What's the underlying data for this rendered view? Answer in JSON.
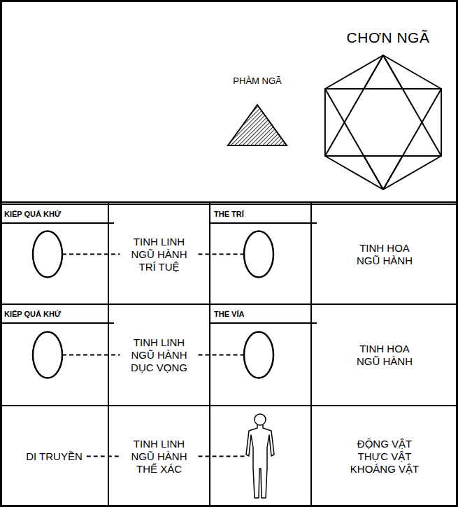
{
  "diagram": {
    "nodes": [
      {
        "text": [
          "PHÀM NGÃ"
        ]
      },
      {
        "text": [
          "CHƠN NGÃ"
        ]
      },
      {
        "text": [
          "KIẾP QUÁ KHỨ"
        ]
      },
      {
        "text": [
          "TINH LINH NGŨ HÀNH TRÍ TUỆ"
        ]
      },
      {
        "text": [
          "THỂ TRÍ"
        ]
      },
      {
        "text": [
          "TINH HOA NGŨ HÀNH"
        ]
      },
      {
        "text": [
          "KIẾP QUÁ KHỨ"
        ]
      },
      {
        "text": [
          "TINH LINH NGŨ HÀNH DỤC VỌNG"
        ]
      },
      {
        "text": [
          "THỂ VÍA"
        ]
      },
      {
        "text": [
          "TINH HOA NGŨ HÀNH"
        ]
      },
      {
        "text": [
          "DI TRUYỀN"
        ]
      },
      {
        "text": [
          "TINH LINH NGŨ HÀNH THỂ XÁC"
        ]
      },
      {
        "text": [
          "ĐỘNG VẬT THỰC VẬT KHOÁNG VẬT"
        ]
      }
    ]
  }
}
